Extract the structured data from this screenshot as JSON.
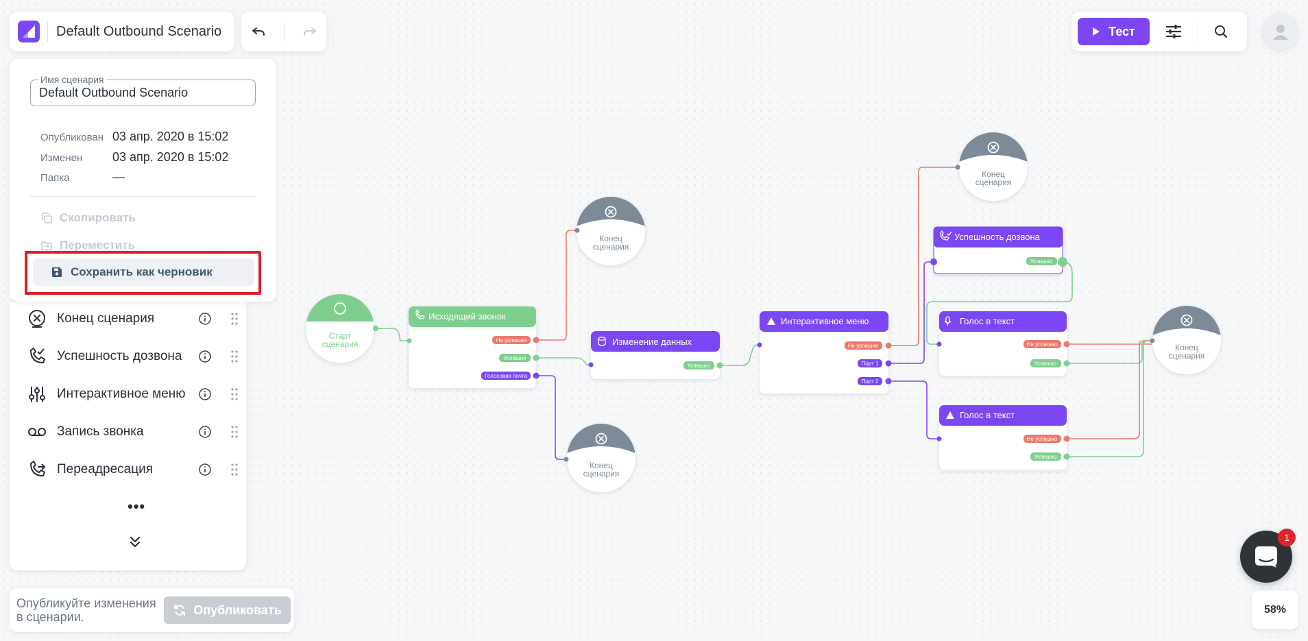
{
  "header": {
    "scenario_title": "Default Outbound Scenario",
    "undo_icon": "undo-icon",
    "redo_icon": "redo-icon"
  },
  "settings_panel": {
    "name_label": "Имя сценария",
    "name_value": "Default Outbound Scenario",
    "published_label": "Опубликован",
    "published_value": "03 апр. 2020 в 15:02",
    "modified_label": "Изменен",
    "modified_value": "03 апр. 2020 в 15:02",
    "folder_label": "Папка",
    "folder_value": "—",
    "copy_label": "Скопировать",
    "move_label": "Переместить",
    "save_draft_label": "Сохранить как черновик"
  },
  "blocks": [
    {
      "label": "Конец сценария",
      "icon": "end-scenario-icon"
    },
    {
      "label": "Успешность дозвона",
      "icon": "call-success-icon"
    },
    {
      "label": "Интерактивное меню",
      "icon": "interactive-menu-icon"
    },
    {
      "label": "Запись звонка",
      "icon": "voicemail-icon"
    },
    {
      "label": "Переадресация",
      "icon": "call-forward-icon"
    }
  ],
  "blocks_more": "•••",
  "publish": {
    "hint": "Опубликуйте изменения в сценарии.",
    "button_label": "Опубликовать"
  },
  "toolbar": {
    "test_label": "Тест"
  },
  "zoom": "58%",
  "chat_badge": "1",
  "colors": {
    "accent": "#7b47f4",
    "success": "#7ecf8e",
    "fail": "#ec7a6a",
    "end_node": "#7c8b97"
  },
  "canvas": {
    "start_label_1": "Старт",
    "start_label_2": "сценария",
    "end_label_1": "Конец",
    "end_label_2": "сценария",
    "outgoing_call": "Исходящий звонок",
    "change_data": "Изменение данных",
    "interactive_menu": "Интерактивное меню",
    "call_success": "Успешность дозвона",
    "voice_to_text": "Голос в текст",
    "voice_to_text_2": "Голос в текст",
    "port_fail": "Не успешно",
    "port_success": "Успешно",
    "port_voicemail": "Голосовая почта",
    "port_1": "Порт 1",
    "port_2": "Порт 2"
  }
}
